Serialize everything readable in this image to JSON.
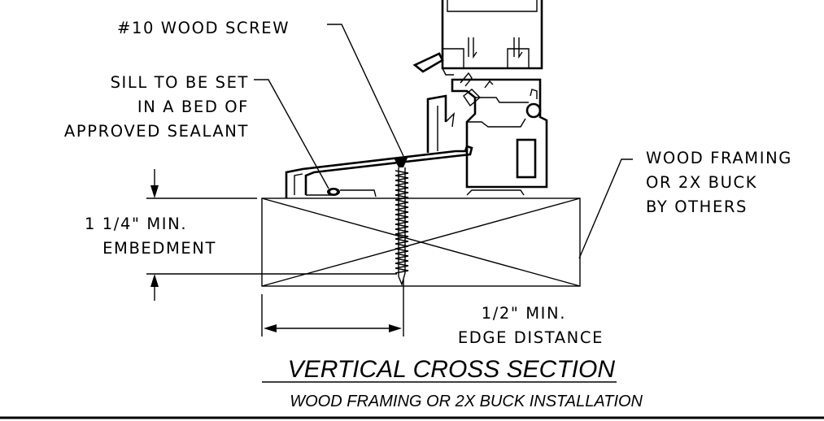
{
  "labels": {
    "screw": "#10 WOOD SCREW",
    "sill_line1": "SILL TO BE SET",
    "sill_line2": "IN A BED OF",
    "sill_line3": "APPROVED SEALANT",
    "framing_line1": "WOOD FRAMING",
    "framing_line2": "OR 2X BUCK",
    "framing_line3": "BY OTHERS",
    "embed_line1": "1 1/4\" MIN.",
    "embed_line2": "EMBEDMENT",
    "edge_line1": "1/2\" MIN.",
    "edge_line2": "EDGE DISTANCE"
  },
  "title": "VERTICAL CROSS SECTION",
  "subtitle": "WOOD FRAMING OR 2X BUCK INSTALLATION"
}
